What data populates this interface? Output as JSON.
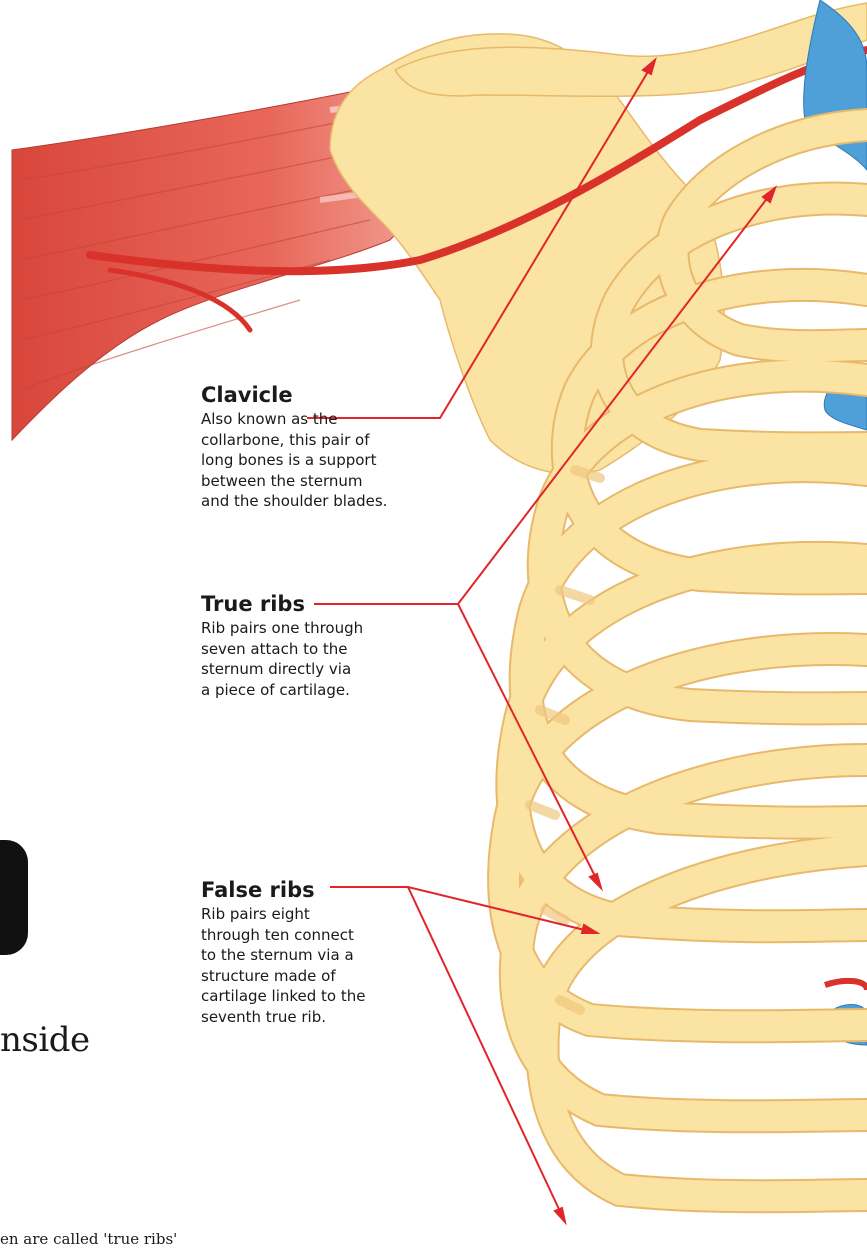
{
  "labels": {
    "clavicle": {
      "title": "Clavicle",
      "description": "Also known as the\ncollarbone, this pair of\nlong bones is a support\nbetween the sternum\nand the shoulder blades."
    },
    "true_ribs": {
      "title": "True ribs",
      "description": "Rib pairs one through\nseven attach to the\nsternum directly via\na piece of cartilage."
    },
    "false_ribs": {
      "title": "False ribs",
      "description": "Rib pairs eight\nthrough ten connect\nto the sternum via a\nstructure made of\ncartilage linked to the\nseventh true rib."
    }
  },
  "partial_heading": "nside",
  "partial_body": "en are called 'true ribs'",
  "colors": {
    "bone": "#fbe3a3",
    "bone_outline": "#e8b96a",
    "muscle": "#e4574a",
    "artery": "#d8322a",
    "vein": "#4f9fd8",
    "pointer": "#e0262a"
  }
}
